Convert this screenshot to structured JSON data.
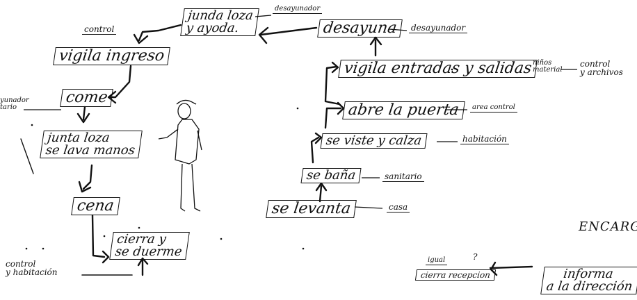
{
  "left_chain": {
    "desayunador_top": "desayunador",
    "junta_loza_ayuda": [
      "junda loza",
      "y ayoda."
    ],
    "control_left": "control",
    "vigila_ingreso": "vigila ingreso",
    "comedor_partial": [
      "yunador",
      "tario"
    ],
    "come": "come",
    "junta_loza_lava": [
      "junta loza",
      "se lava manos"
    ],
    "cena": "cena",
    "cierra_duerme": [
      "cierra y",
      "se duerme"
    ],
    "control_habitacion": [
      "control",
      "y habitación"
    ]
  },
  "right_chain": {
    "desayuna": "desayuna",
    "desayunador_right": "desayunador",
    "vigila_entradas": "vigila entradas y salidas",
    "ninos_material": [
      "niños",
      "material"
    ],
    "control_archivos": [
      "control",
      "y archivos"
    ],
    "abre_puerta": "abre la puerta",
    "area_control": "area control",
    "se_viste": "se viste y calza",
    "habitacion": "habitación",
    "se_bana": "se baña",
    "sanitario": "sanitario",
    "se_levanta": "se levanta",
    "casa": "casa"
  },
  "bottom_right": {
    "section_label": "ENCARG",
    "igual": "igual",
    "question_mark": "?",
    "cierra_recepcion": "cierra recepcion",
    "informa_direccion": [
      "informa",
      "a la dirección"
    ]
  },
  "colors": {
    "ink": "#111111",
    "paper": "#ffffff"
  }
}
